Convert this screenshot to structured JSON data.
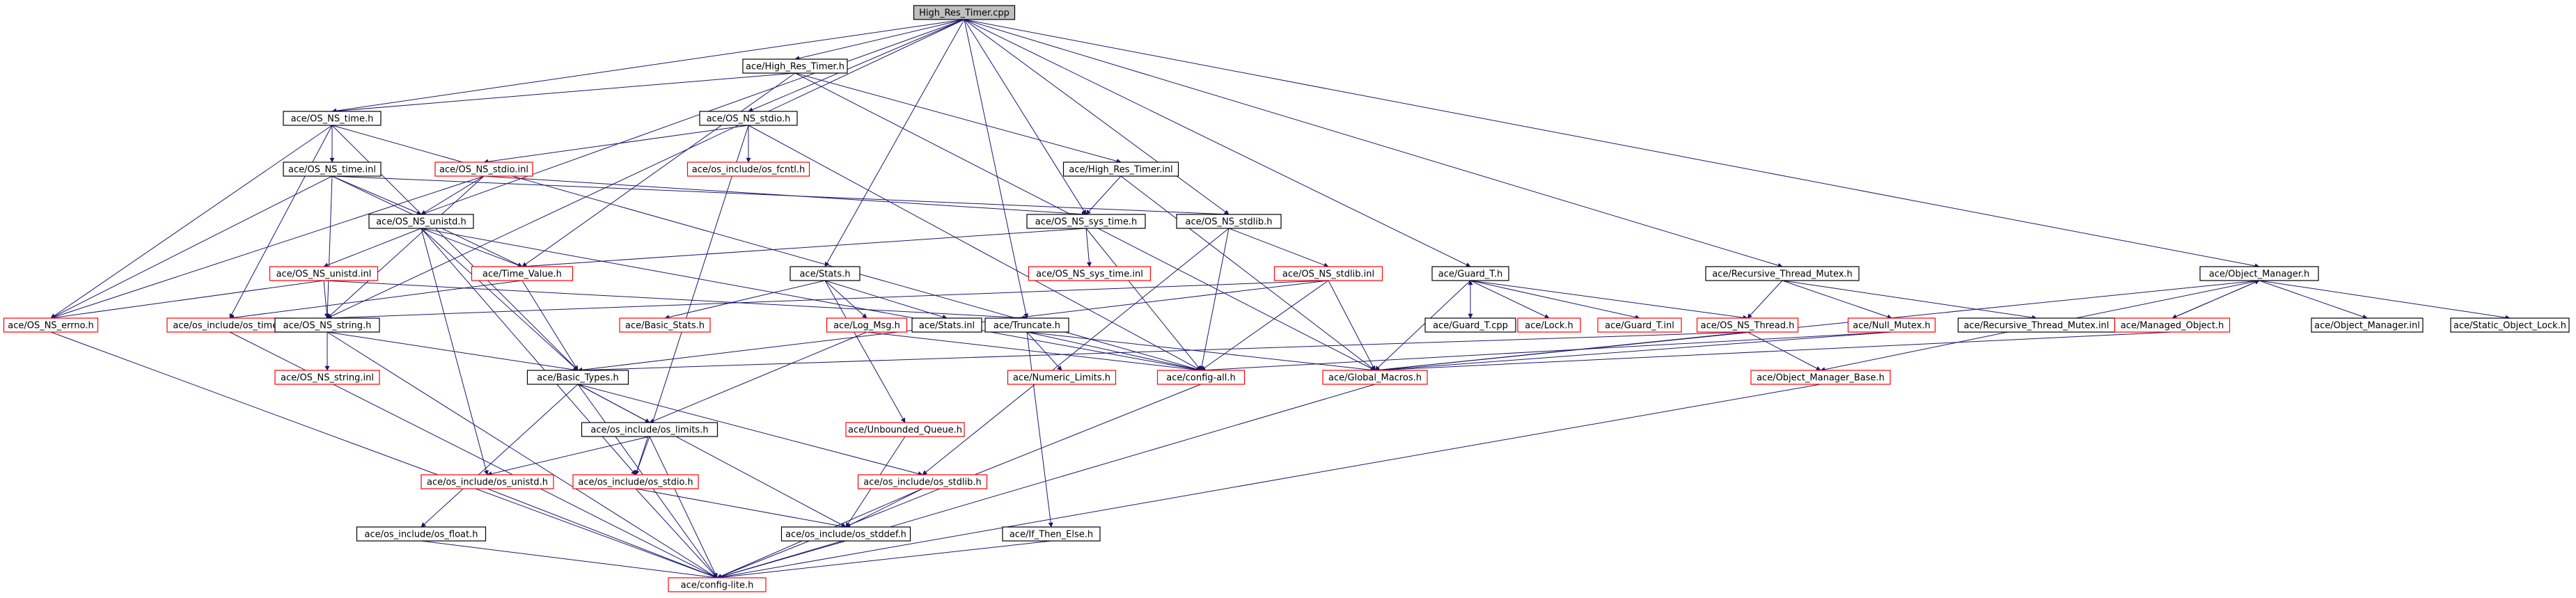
{
  "graph": {
    "root": "High_Res_Timer.cpp",
    "colors": {
      "root_fill": "#bfbfbf",
      "black_border": "#000000",
      "red_border": "#ff0000",
      "edge": "#191970"
    },
    "nodes": [
      {
        "id": "root",
        "label": "High_Res_Timer.cpp",
        "border": "root"
      },
      {
        "id": "hrt_h",
        "label": "ace/High_Res_Timer.h",
        "border": "black"
      },
      {
        "id": "ns_time_h",
        "label": "ace/OS_NS_time.h",
        "border": "black"
      },
      {
        "id": "ns_stdio_h",
        "label": "ace/OS_NS_stdio.h",
        "border": "black"
      },
      {
        "id": "ns_time_inl",
        "label": "ace/OS_NS_time.inl",
        "border": "black"
      },
      {
        "id": "ns_stdio_inl",
        "label": "ace/OS_NS_stdio.inl",
        "border": "red"
      },
      {
        "id": "os_fcntl",
        "label": "ace/os_include/os_fcntl.h",
        "border": "red"
      },
      {
        "id": "hrt_inl",
        "label": "ace/High_Res_Timer.inl",
        "border": "black"
      },
      {
        "id": "ns_unistd_h",
        "label": "ace/OS_NS_unistd.h",
        "border": "black"
      },
      {
        "id": "ns_sys_time_h",
        "label": "ace/OS_NS_sys_time.h",
        "border": "black"
      },
      {
        "id": "ns_stdlib_h",
        "label": "ace/OS_NS_stdlib.h",
        "border": "black"
      },
      {
        "id": "ns_sys_time_inl",
        "label": "ace/OS_NS_sys_time.inl",
        "border": "red"
      },
      {
        "id": "ns_unistd_inl",
        "label": "ace/OS_NS_unistd.inl",
        "border": "red"
      },
      {
        "id": "time_value",
        "label": "ace/Time_Value.h",
        "border": "red"
      },
      {
        "id": "stats_h",
        "label": "ace/Stats.h",
        "border": "black"
      },
      {
        "id": "ns_stdlib_inl",
        "label": "ace/OS_NS_stdlib.inl",
        "border": "red"
      },
      {
        "id": "guard_t_h",
        "label": "ace/Guard_T.h",
        "border": "black"
      },
      {
        "id": "rtm_h",
        "label": "ace/Recursive_Thread_Mutex.h",
        "border": "black"
      },
      {
        "id": "om_h",
        "label": "ace/Object_Manager.h",
        "border": "black"
      },
      {
        "id": "ns_errno",
        "label": "ace/OS_NS_errno.h",
        "border": "red"
      },
      {
        "id": "os_time",
        "label": "ace/os_include/os_time.h",
        "border": "red"
      },
      {
        "id": "ns_string_h",
        "label": "ace/OS_NS_string.h",
        "border": "black"
      },
      {
        "id": "basic_stats",
        "label": "ace/Basic_Stats.h",
        "border": "red"
      },
      {
        "id": "log_msg",
        "label": "ace/Log_Msg.h",
        "border": "red"
      },
      {
        "id": "stats_inl",
        "label": "ace/Stats.inl",
        "border": "black"
      },
      {
        "id": "truncate_h",
        "label": "ace/Truncate.h",
        "border": "black"
      },
      {
        "id": "guard_t_cpp",
        "label": "ace/Guard_T.cpp",
        "border": "black"
      },
      {
        "id": "lock_h",
        "label": "ace/Lock.h",
        "border": "red"
      },
      {
        "id": "guard_t_inl",
        "label": "ace/Guard_T.inl",
        "border": "red"
      },
      {
        "id": "ns_thread",
        "label": "ace/OS_NS_Thread.h",
        "border": "red"
      },
      {
        "id": "null_mutex",
        "label": "ace/Null_Mutex.h",
        "border": "red"
      },
      {
        "id": "rtm_inl",
        "label": "ace/Recursive_Thread_Mutex.inl",
        "border": "black"
      },
      {
        "id": "managed_obj",
        "label": "ace/Managed_Object.h",
        "border": "red"
      },
      {
        "id": "om_inl",
        "label": "ace/Object_Manager.inl",
        "border": "black"
      },
      {
        "id": "static_obj_lock",
        "label": "ace/Static_Object_Lock.h",
        "border": "black"
      },
      {
        "id": "ns_string_inl",
        "label": "ace/OS_NS_string.inl",
        "border": "red"
      },
      {
        "id": "basic_types",
        "label": "ace/Basic_Types.h",
        "border": "black"
      },
      {
        "id": "numeric_limits",
        "label": "ace/Numeric_Limits.h",
        "border": "red"
      },
      {
        "id": "config_all",
        "label": "ace/config-all.h",
        "border": "red"
      },
      {
        "id": "global_macros",
        "label": "ace/Global_Macros.h",
        "border": "red"
      },
      {
        "id": "omb_h",
        "label": "ace/Object_Manager_Base.h",
        "border": "red"
      },
      {
        "id": "unbounded_q",
        "label": "ace/Unbounded_Queue.h",
        "border": "red"
      },
      {
        "id": "os_limits",
        "label": "ace/os_include/os_limits.h",
        "border": "black"
      },
      {
        "id": "os_unistd",
        "label": "ace/os_include/os_unistd.h",
        "border": "red"
      },
      {
        "id": "os_stdio",
        "label": "ace/os_include/os_stdio.h",
        "border": "red"
      },
      {
        "id": "os_stdlib",
        "label": "ace/os_include/os_stdlib.h",
        "border": "red"
      },
      {
        "id": "os_float",
        "label": "ace/os_include/os_float.h",
        "border": "black"
      },
      {
        "id": "os_stddef",
        "label": "ace/os_include/os_stddef.h",
        "border": "black"
      },
      {
        "id": "if_then_else",
        "label": "ace/If_Then_Else.h",
        "border": "black"
      },
      {
        "id": "config_lite",
        "label": "ace/config-lite.h",
        "border": "red"
      }
    ],
    "edges": [
      [
        "root",
        "hrt_h"
      ],
      [
        "root",
        "ns_time_h"
      ],
      [
        "root",
        "ns_stdio_h"
      ],
      [
        "root",
        "ns_unistd_h"
      ],
      [
        "root",
        "ns_string_h"
      ],
      [
        "root",
        "ns_sys_time_h"
      ],
      [
        "root",
        "ns_stdlib_h"
      ],
      [
        "root",
        "stats_h"
      ],
      [
        "root",
        "truncate_h"
      ],
      [
        "root",
        "guard_t_h"
      ],
      [
        "root",
        "rtm_h"
      ],
      [
        "root",
        "om_h"
      ],
      [
        "hrt_h",
        "ns_time_h"
      ],
      [
        "hrt_h",
        "hrt_inl"
      ],
      [
        "hrt_h",
        "time_value"
      ],
      [
        "hrt_h",
        "global_macros"
      ],
      [
        "ns_time_h",
        "ns_time_inl"
      ],
      [
        "ns_time_h",
        "basic_types"
      ],
      [
        "ns_time_h",
        "os_time"
      ],
      [
        "ns_time_h",
        "ns_errno"
      ],
      [
        "ns_time_h",
        "config_all"
      ],
      [
        "ns_time_inl",
        "ns_unistd_h"
      ],
      [
        "ns_time_inl",
        "ns_errno"
      ],
      [
        "ns_time_inl",
        "time_value"
      ],
      [
        "ns_time_inl",
        "ns_string_h"
      ],
      [
        "ns_time_inl",
        "ns_stdlib_h"
      ],
      [
        "ns_stdio_h",
        "ns_stdio_inl"
      ],
      [
        "ns_stdio_h",
        "os_fcntl"
      ],
      [
        "ns_stdio_h",
        "os_stdio"
      ],
      [
        "ns_stdio_h",
        "config_all"
      ],
      [
        "ns_stdio_inl",
        "ns_unistd_h"
      ],
      [
        "ns_stdio_inl",
        "ns_errno"
      ],
      [
        "ns_stdio_inl",
        "ns_string_h"
      ],
      [
        "ns_stdio_inl",
        "ns_sys_time_h"
      ],
      [
        "hrt_inl",
        "ns_sys_time_h"
      ],
      [
        "hrt_inl",
        "global_macros"
      ],
      [
        "ns_unistd_h",
        "ns_unistd_inl"
      ],
      [
        "ns_unistd_h",
        "time_value"
      ],
      [
        "ns_unistd_h",
        "basic_types"
      ],
      [
        "ns_unistd_h",
        "os_unistd"
      ],
      [
        "ns_unistd_h",
        "os_stdio"
      ],
      [
        "ns_unistd_h",
        "config_all"
      ],
      [
        "ns_unistd_inl",
        "ns_errno"
      ],
      [
        "ns_unistd_inl",
        "ns_string_h"
      ],
      [
        "ns_unistd_inl",
        "truncate_h"
      ],
      [
        "ns_sys_time_h",
        "ns_sys_time_inl"
      ],
      [
        "ns_sys_time_h",
        "time_value"
      ],
      [
        "ns_sys_time_h",
        "config_all"
      ],
      [
        "ns_stdlib_h",
        "ns_stdlib_inl"
      ],
      [
        "ns_stdlib_h",
        "config_all"
      ],
      [
        "ns_stdlib_h",
        "os_stdlib"
      ],
      [
        "ns_stdlib_inl",
        "ns_string_h"
      ],
      [
        "ns_stdlib_inl",
        "basic_types"
      ],
      [
        "ns_stdlib_inl",
        "global_macros"
      ],
      [
        "ns_stdlib_inl",
        "config_all"
      ],
      [
        "time_value",
        "basic_types"
      ],
      [
        "time_value",
        "os_time"
      ],
      [
        "stats_h",
        "basic_stats"
      ],
      [
        "stats_h",
        "log_msg"
      ],
      [
        "stats_h",
        "stats_inl"
      ],
      [
        "stats_h",
        "unbounded_q"
      ],
      [
        "log_msg",
        "os_limits"
      ],
      [
        "log_msg",
        "config_all"
      ],
      [
        "truncate_h",
        "numeric_limits"
      ],
      [
        "truncate_h",
        "if_then_else"
      ],
      [
        "truncate_h",
        "config_all"
      ],
      [
        "truncate_h",
        "global_macros"
      ],
      [
        "guard_t_h",
        "guard_t_cpp"
      ],
      [
        "guard_t_h",
        "lock_h"
      ],
      [
        "guard_t_h",
        "guard_t_inl"
      ],
      [
        "guard_t_h",
        "ns_thread"
      ],
      [
        "guard_t_h",
        "global_macros"
      ],
      [
        "guard_t_cpp",
        "guard_t_h"
      ],
      [
        "rtm_h",
        "ns_thread"
      ],
      [
        "rtm_h",
        "null_mutex"
      ],
      [
        "rtm_h",
        "rtm_inl"
      ],
      [
        "om_h",
        "managed_obj"
      ],
      [
        "om_h",
        "om_inl"
      ],
      [
        "om_h",
        "static_obj_lock"
      ],
      [
        "om_h",
        "omb_h"
      ],
      [
        "om_h",
        "global_macros"
      ],
      [
        "managed_obj",
        "om_h"
      ],
      [
        "managed_obj",
        "global_macros"
      ],
      [
        "ns_thread",
        "basic_types"
      ],
      [
        "ns_thread",
        "omb_h"
      ],
      [
        "ns_thread",
        "global_macros"
      ],
      [
        "null_mutex",
        "global_macros"
      ],
      [
        "null_mutex",
        "config_all"
      ],
      [
        "ns_string_h",
        "ns_string_inl"
      ],
      [
        "ns_string_h",
        "basic_types"
      ],
      [
        "ns_string_h",
        "config_lite"
      ],
      [
        "basic_types",
        "os_limits"
      ],
      [
        "basic_types",
        "os_float"
      ],
      [
        "basic_types",
        "os_stdlib"
      ],
      [
        "basic_types",
        "os_stddef"
      ],
      [
        "basic_types",
        "config_lite"
      ],
      [
        "os_limits",
        "os_unistd"
      ],
      [
        "os_limits",
        "os_stdio"
      ],
      [
        "os_limits",
        "config_lite"
      ],
      [
        "os_unistd",
        "config_lite"
      ],
      [
        "os_stdio",
        "os_stddef"
      ],
      [
        "os_stdio",
        "config_lite"
      ],
      [
        "os_stdlib",
        "os_stddef"
      ],
      [
        "os_stdlib",
        "config_lite"
      ],
      [
        "unbounded_q",
        "os_stddef"
      ],
      [
        "os_float",
        "config_lite"
      ],
      [
        "os_stddef",
        "config_lite"
      ],
      [
        "if_then_else",
        "config_lite"
      ],
      [
        "config_all",
        "config_lite"
      ],
      [
        "global_macros",
        "config_lite"
      ],
      [
        "omb_h",
        "config_lite"
      ],
      [
        "ns_errno",
        "config_lite"
      ],
      [
        "os_time",
        "config_lite"
      ]
    ]
  }
}
